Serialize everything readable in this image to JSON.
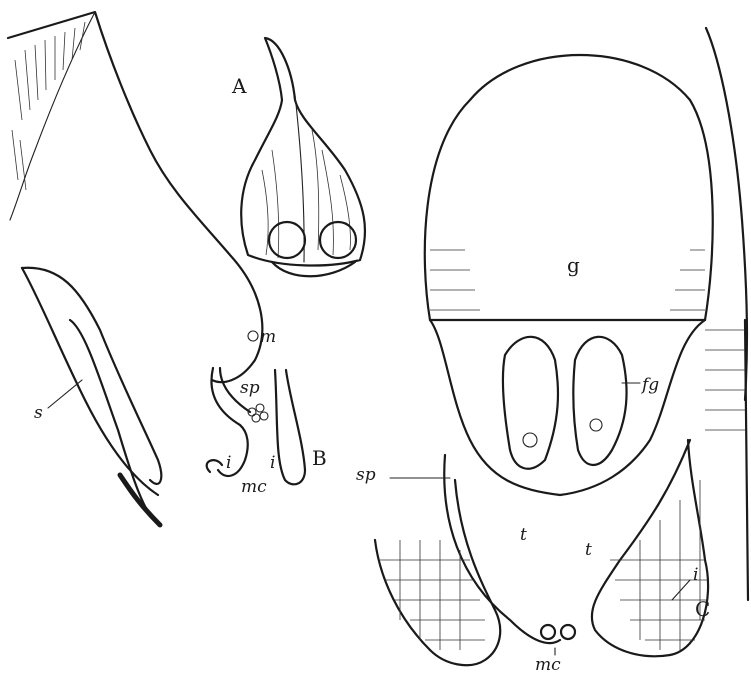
{
  "figures": {
    "A": {
      "label": "A"
    },
    "B": {
      "label": "B",
      "parts": {
        "m": "m",
        "sp": "sp",
        "i_left": "i",
        "i_right": "i",
        "mc": "mc"
      }
    },
    "C": {
      "label": "C",
      "parts": {
        "g": "g",
        "fg": "fg",
        "sp": "sp",
        "t_left": "t",
        "t_right": "t",
        "i": "i",
        "mc": "mc"
      }
    },
    "S": {
      "parts": {
        "s": "s"
      }
    }
  }
}
